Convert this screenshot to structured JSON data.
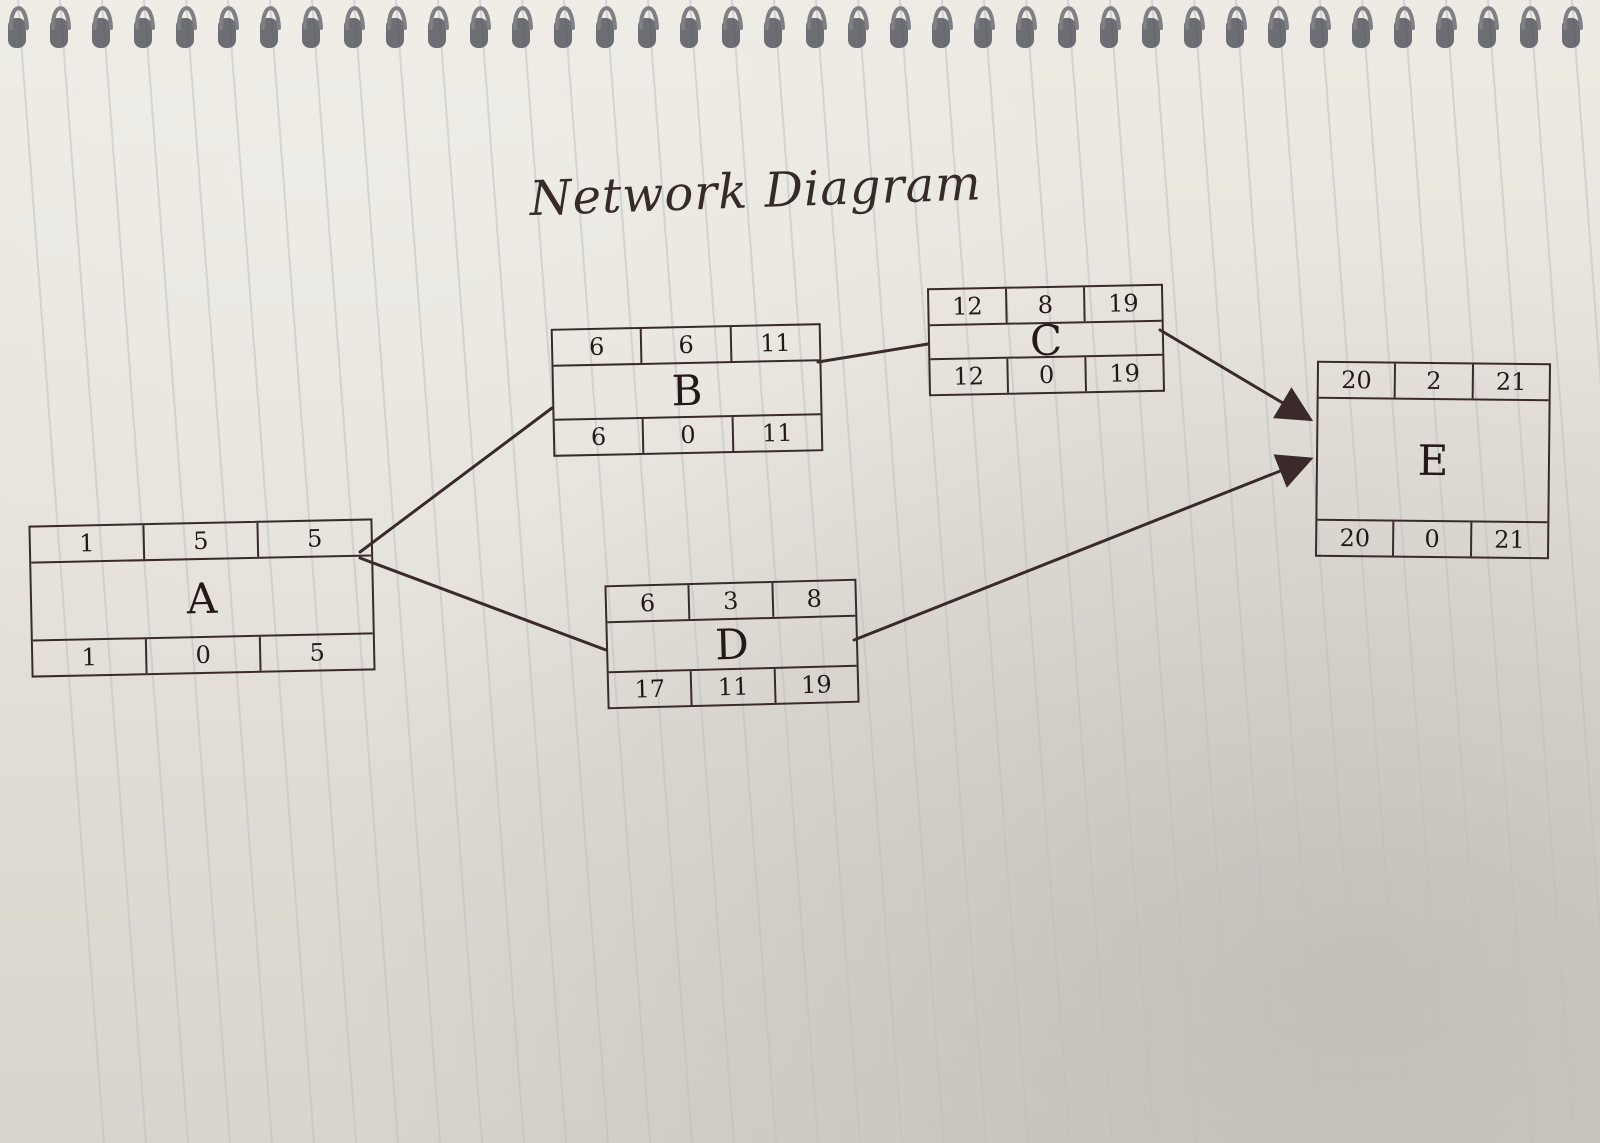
{
  "diagram": {
    "title": "Network Diagram",
    "nodes": [
      {
        "id": "A",
        "name": "A",
        "top": [
          "1",
          "5",
          "5"
        ],
        "bottom": [
          "1",
          "0",
          "5"
        ]
      },
      {
        "id": "B",
        "name": "B",
        "top": [
          "6",
          "6",
          "11"
        ],
        "bottom": [
          "6",
          "0",
          "11"
        ]
      },
      {
        "id": "C",
        "name": "C",
        "top": [
          "12",
          "8",
          "19"
        ],
        "bottom": [
          "12",
          "0",
          "19"
        ]
      },
      {
        "id": "D",
        "name": "D",
        "top": [
          "6",
          "3",
          "8"
        ],
        "bottom": [
          "17",
          "11",
          "19"
        ]
      },
      {
        "id": "E",
        "name": "E",
        "top": [
          "20",
          "2",
          "21"
        ],
        "bottom": [
          "20",
          "0",
          "21"
        ]
      }
    ],
    "edges": [
      {
        "from": "A",
        "to": "B"
      },
      {
        "from": "A",
        "to": "D"
      },
      {
        "from": "B",
        "to": "C"
      },
      {
        "from": "C",
        "to": "E"
      },
      {
        "from": "D",
        "to": "E"
      }
    ],
    "colors": {
      "ink": "#3a2b2a",
      "rule": "#bfc1c7",
      "paper": "#ece9e2",
      "spiral": "#7f7f84"
    }
  }
}
